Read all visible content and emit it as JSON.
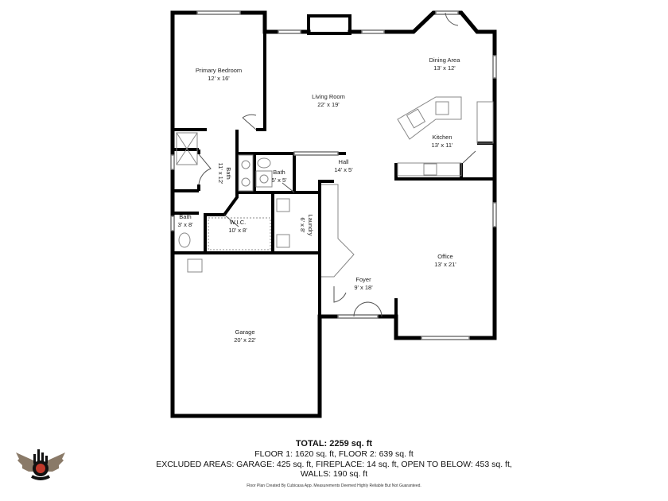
{
  "rooms": [
    {
      "name": "Primary Bedroom",
      "size": "12' x 16'"
    },
    {
      "name": "Living Room",
      "size": "22' x 19'"
    },
    {
      "name": "Dining Area",
      "size": "13' x 12'"
    },
    {
      "name": "Kitchen",
      "size": "13' x 11'"
    },
    {
      "name": "Hall",
      "size": "14' x 5'"
    },
    {
      "name": "Bath",
      "size": "11' x 12'"
    },
    {
      "name": "Bath",
      "size": "5' x 5'"
    },
    {
      "name": "Bath",
      "size": "3' x 8'"
    },
    {
      "name": "W.I.C.",
      "size": "10' x 8'"
    },
    {
      "name": "Laundry",
      "size": "6' x 8'"
    },
    {
      "name": "Foyer",
      "size": "9' x 18'"
    },
    {
      "name": "Office",
      "size": "13' x 21'"
    },
    {
      "name": "Garage",
      "size": "20' x 22'"
    }
  ],
  "summary": {
    "total": "TOTAL: 2259 sq. ft",
    "floors": "FLOOR 1: 1620 sq. ft, FLOOR 2: 639 sq. ft",
    "excluded": "EXCLUDED AREAS: GARAGE: 425 sq. ft, FIREPLACE: 14 sq. ft, OPEN TO BELOW: 453 sq. ft,",
    "walls": "WALLS: 190 sq. ft",
    "credit": "Floor Plan Created By Cubicasa App. Measurements Deemed Highly Reliable But Not Guaranteed."
  },
  "colors": {
    "wall": "#000000",
    "fixture": "#888888",
    "logo_red": "#c0392b"
  }
}
